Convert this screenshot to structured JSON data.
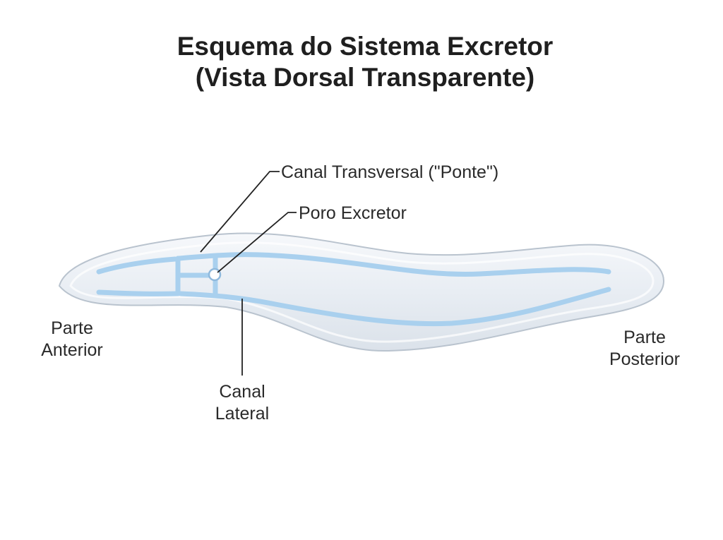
{
  "title": {
    "line1": "Esquema do Sistema Excretor",
    "line2": "(Vista Dorsal Transparente)"
  },
  "labels": {
    "transversal": "Canal Transversal (\"Ponte\")",
    "poro": "Poro Excretor",
    "anterior": [
      "Parte",
      "Anterior"
    ],
    "posterior": [
      "Parte",
      "Posterior"
    ],
    "lateral": [
      "Canal",
      "Lateral"
    ]
  },
  "colors": {
    "body_fill": "#e7ecf2",
    "body_stroke": "#b9c3ce",
    "canal": "#a9d0ee",
    "leader": "#222222"
  }
}
